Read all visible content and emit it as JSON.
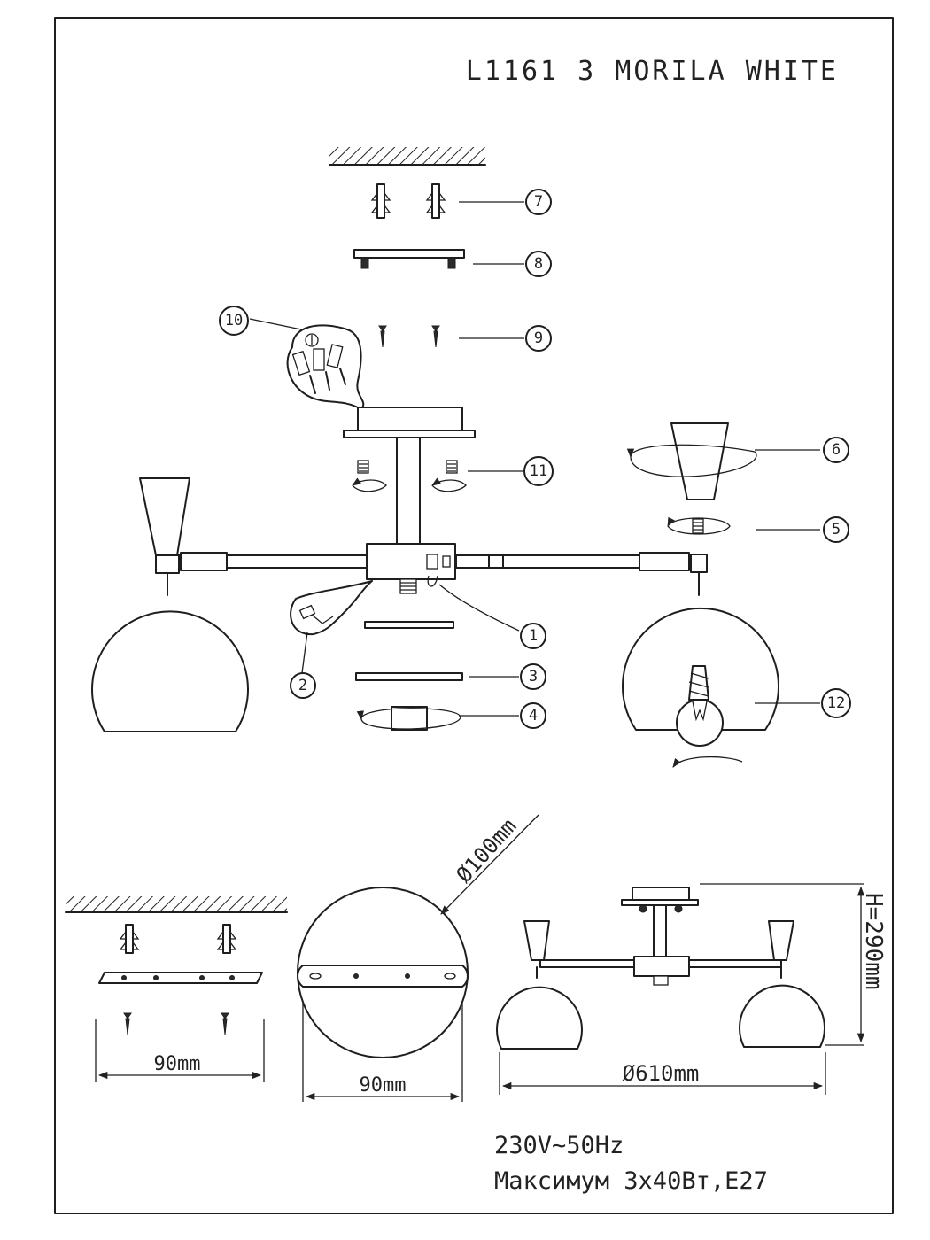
{
  "title": "L1161 3 MORILA WHITE",
  "callouts": [
    "1",
    "2",
    "3",
    "4",
    "5",
    "6",
    "7",
    "8",
    "9",
    "10",
    "11",
    "12"
  ],
  "dimensions": {
    "mount_width": "90mm",
    "plate_width": "90mm",
    "canopy_diameter": "Ø100mm",
    "overall_diameter": "Ø610mm",
    "height": "H=290mm"
  },
  "specs": {
    "voltage": "230V~50Hz",
    "max_power": "Максимум 3x40Вт,E27"
  }
}
